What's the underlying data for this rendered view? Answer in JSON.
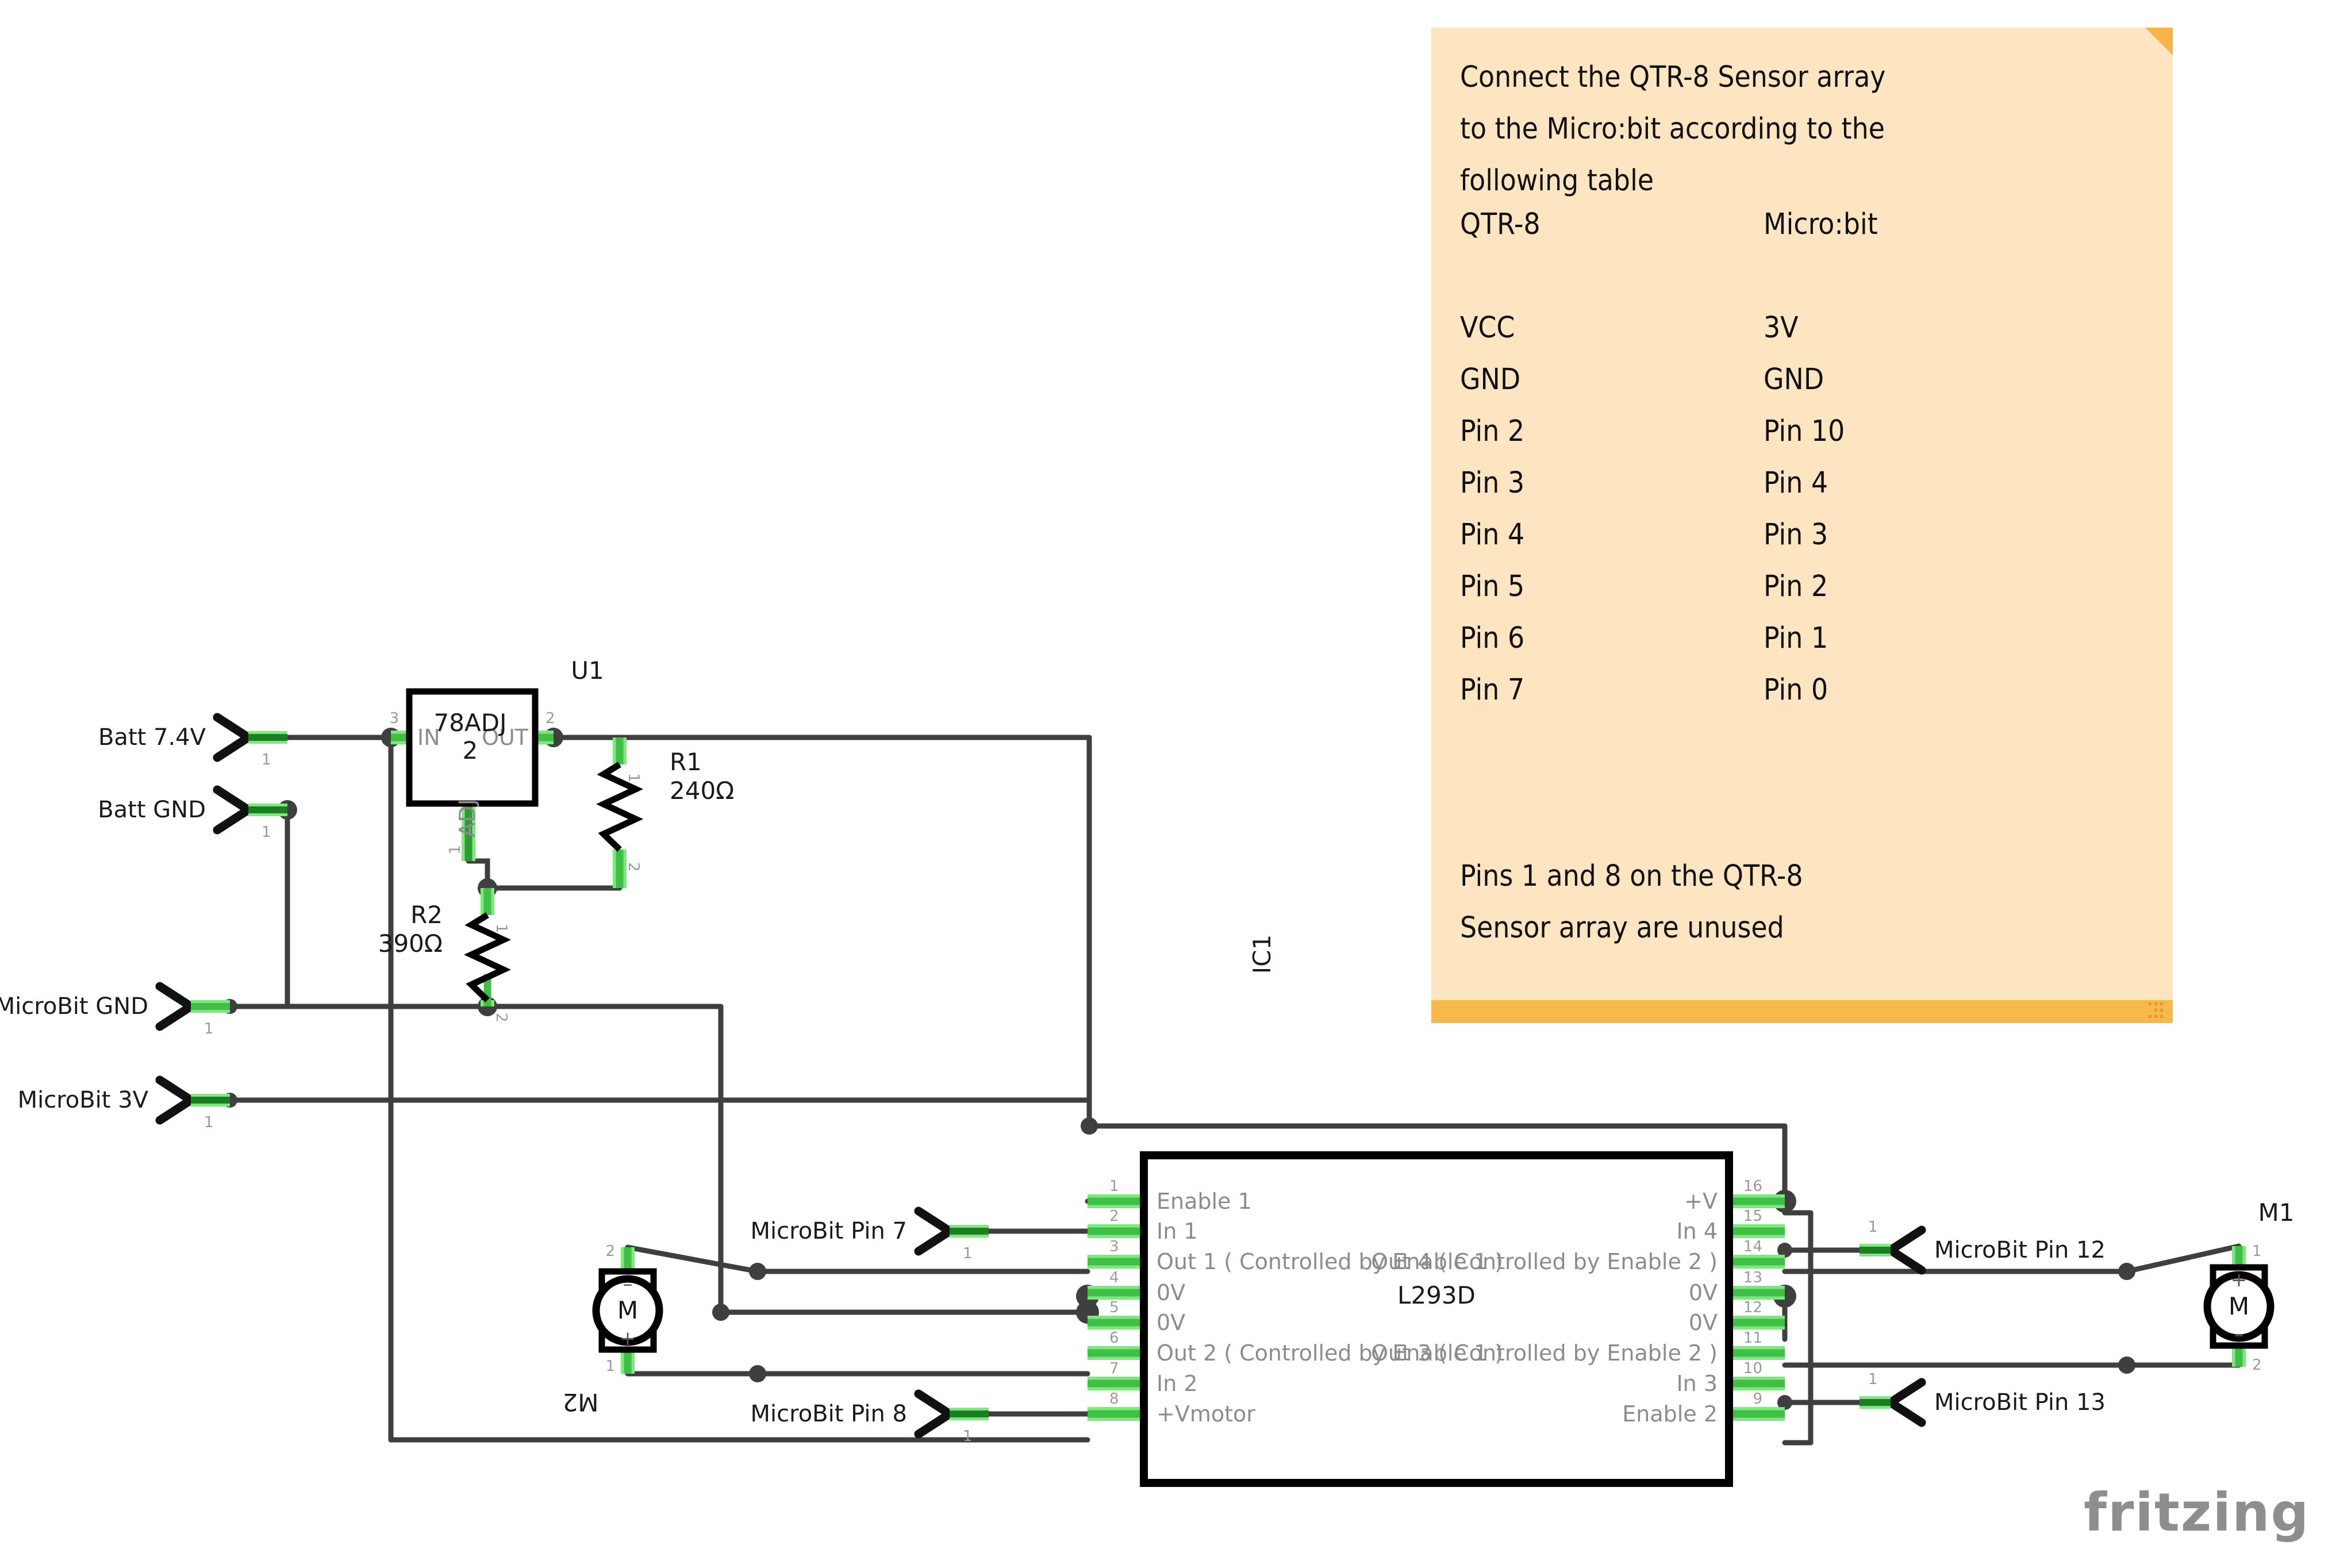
{
  "app": {
    "brand": "fritzing"
  },
  "note": {
    "paragraph1": "Connect the QTR-8 Sensor array\nto the Micro:bit according to the\nfollowing table",
    "headers": {
      "left": "QTR-8",
      "right": "Micro:bit"
    },
    "rows": [
      {
        "qtr": "VCC",
        "microbit": "3V"
      },
      {
        "qtr": "GND",
        "microbit": "GND"
      },
      {
        "qtr": "Pin 2",
        "microbit": "Pin 10"
      },
      {
        "qtr": "Pin 3",
        "microbit": "Pin 4"
      },
      {
        "qtr": "Pin 4",
        "microbit": "Pin 3"
      },
      {
        "qtr": "Pin 5",
        "microbit": "Pin 2"
      },
      {
        "qtr": "Pin 6",
        "microbit": "Pin 1"
      },
      {
        "qtr": "Pin 7",
        "microbit": "Pin 0"
      }
    ],
    "paragraph2": "Pins 1 and 8 on the QTR-8\nSensor array are unused",
    "colors": {
      "background": "#fce5c0",
      "accent": "#f8b94b"
    }
  },
  "net_labels": {
    "batt_7v4": "Batt 7.4V",
    "batt_gnd": "Batt GND",
    "microbit_gnd": "MicroBit GND",
    "microbit_3v": "MicroBit 3V",
    "microbit_pin7": "MicroBit Pin 7",
    "microbit_pin8": "MicroBit Pin 8",
    "microbit_pin12": "MicroBit Pin 12",
    "microbit_pin13": "MicroBit Pin 13",
    "pin_index": "1"
  },
  "regulator": {
    "ref": "U1",
    "part": "78ADJ2",
    "part_line1": "78ADJ",
    "part_line2": "2",
    "pins": {
      "in": {
        "name": "IN",
        "number": "3"
      },
      "out": {
        "name": "OUT",
        "number": "2"
      },
      "adj": {
        "name": "ADJ",
        "number": "1"
      }
    }
  },
  "resistors": [
    {
      "ref": "R1",
      "value": "240Ω",
      "pin1": "1",
      "pin2": "2"
    },
    {
      "ref": "R2",
      "value": "390Ω",
      "pin1": "1",
      "pin2": "2"
    }
  ],
  "ic": {
    "ref": "IC1",
    "part": "L293D",
    "left_pins": [
      {
        "number": "1",
        "label": "Enable 1"
      },
      {
        "number": "2",
        "label": "In 1"
      },
      {
        "number": "3",
        "label": "Out 1 ( Controlled by Enable 1 )"
      },
      {
        "number": "4",
        "label": "0V"
      },
      {
        "number": "5",
        "label": "0V"
      },
      {
        "number": "6",
        "label": "Out 2 ( Controlled by Enable 1 )"
      },
      {
        "number": "7",
        "label": "In 2"
      },
      {
        "number": "8",
        "label": "+Vmotor"
      }
    ],
    "right_pins": [
      {
        "number": "16",
        "label": "+V"
      },
      {
        "number": "15",
        "label": "In 4"
      },
      {
        "number": "14",
        "label": "Out 4 ( Controlled by Enable 2 )"
      },
      {
        "number": "13",
        "label": "0V"
      },
      {
        "number": "12",
        "label": "0V"
      },
      {
        "number": "11",
        "label": "Out 3 ( Controlled by Enable 2 )"
      },
      {
        "number": "10",
        "label": "In 3"
      },
      {
        "number": "9",
        "label": "Enable 2"
      }
    ]
  },
  "motors": [
    {
      "ref": "M1",
      "glyph": "M",
      "top_sign": "+",
      "bottom_sign": "–",
      "pin_top": "1",
      "pin_bottom": "2"
    },
    {
      "ref": "M2",
      "glyph": "M",
      "top_sign": "–",
      "bottom_sign": "+",
      "pin_top": "2",
      "pin_bottom": "1"
    }
  ],
  "colors": {
    "wire": "#3f3f3f",
    "leg_green": "#2e9b34",
    "leg_glow": "#7ee87e",
    "pin_text": "#8c8c8c",
    "outline": "#000000"
  }
}
